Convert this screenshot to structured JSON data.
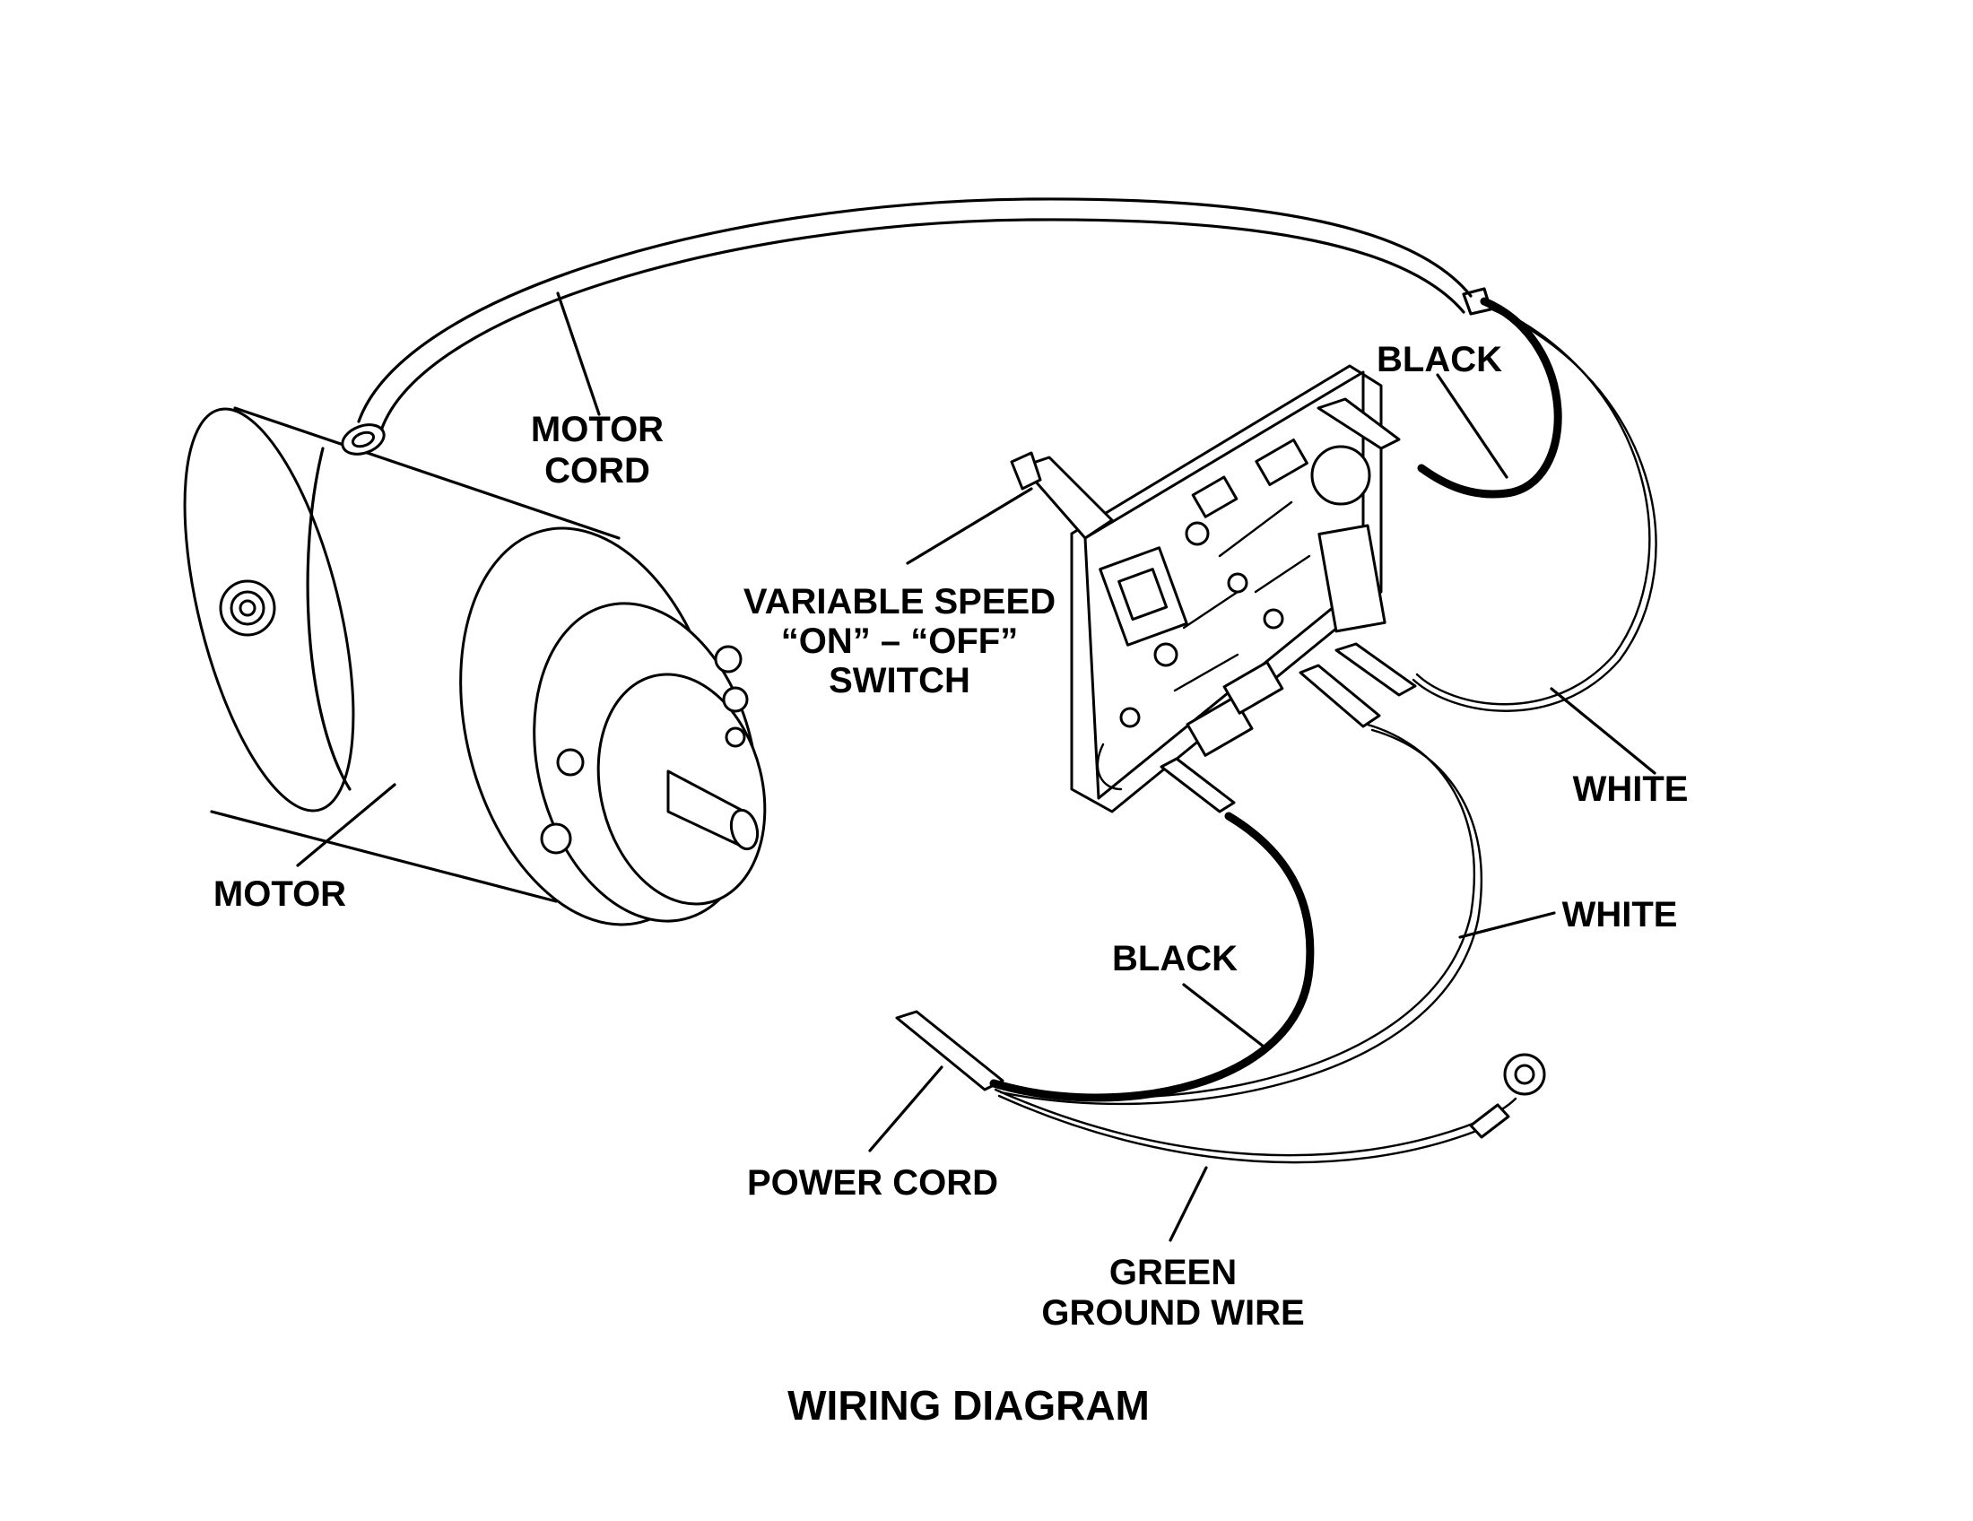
{
  "diagram": {
    "title": "WIRING DIAGRAM",
    "labels": {
      "motor_cord": [
        "MOTOR",
        "CORD"
      ],
      "motor": "MOTOR",
      "switch": [
        "VARIABLE SPEED",
        "“ON” – “OFF”",
        "SWITCH"
      ],
      "black_top": "BLACK",
      "white_right": "WHITE",
      "white_mid": "WHITE",
      "black_bottom": "BLACK",
      "power_cord": "POWER CORD",
      "ground_wire": [
        "GREEN",
        "GROUND WIRE"
      ]
    }
  }
}
